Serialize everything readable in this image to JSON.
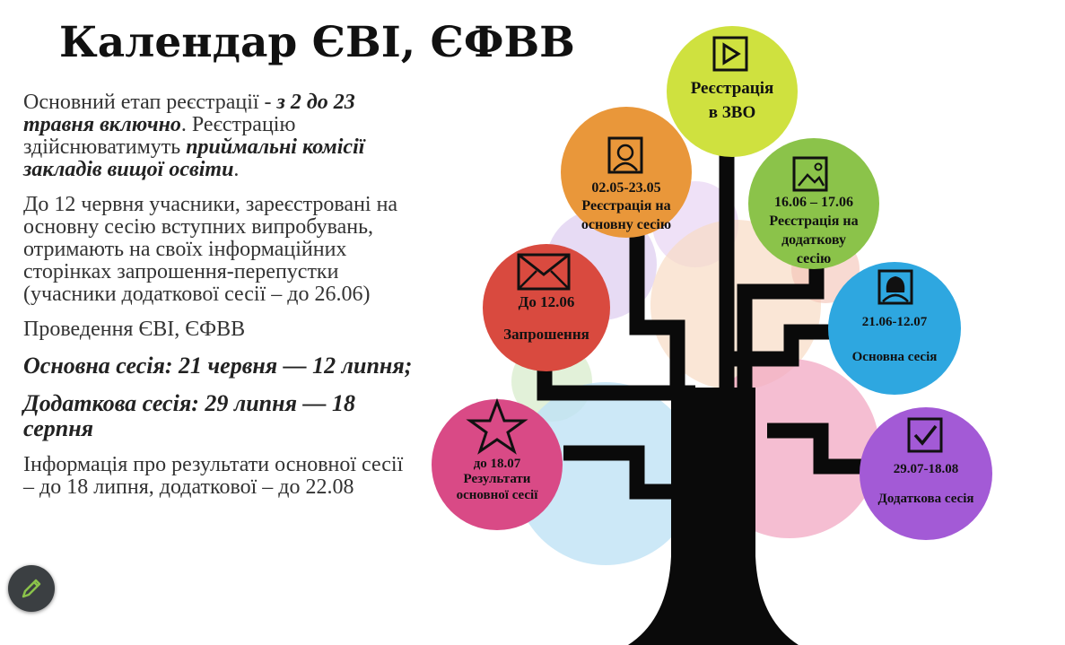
{
  "title": "Календар ЄВІ, ЄФВВ",
  "left_text": {
    "p1_a": "Основний етап реєстрації  - ",
    "p1_b": "з 2 до 23 травня включно",
    "p1_c": ". Реєстрацію здійснюватимуть ",
    "p1_d": "приймальні комісії закладів вищої освіти",
    "p1_e": ".",
    "p2": "До 12 червня учасники, зареєстровані на основну сесію вступних випробувань, отримають на своїх інформаційних сторінках запрошення-перепустки (учасники додаткової сесії – до 26.06)",
    "p3": "Проведення ЄВІ, ЄФВВ",
    "p4": "Основна сесія: 21 червня —  12 липня;",
    "p5": "Додаткова сесія: 29 липня —  18 серпня",
    "p6": "Інформація про результати основної сесії – до 18 липня, додаткової – до 22.08"
  },
  "nodes": {
    "zvo": {
      "icon": "play-icon",
      "line1": "Реєстрація",
      "line2": "в ЗВО",
      "color": "#cfe13f"
    },
    "main_reg": {
      "icon": "man-portrait-icon",
      "date": "02.05-23.05",
      "line1": "Реєстрація на",
      "line2": "основну сесію",
      "color": "#e9973a"
    },
    "extra_reg": {
      "icon": "picture-icon",
      "date": "16.06 – 17.06",
      "line1": "Реєстрація на",
      "line2": "додаткову",
      "line3": "сесію",
      "color": "#8bc34a"
    },
    "invite": {
      "icon": "envelope-icon",
      "date": "До 12.06",
      "line1": "Запрошення",
      "color": "#d94a3f"
    },
    "main_session": {
      "icon": "woman-portrait-icon",
      "date": "21.06-12.07",
      "line1": "Основна сесія",
      "color": "#2ea7e0"
    },
    "results": {
      "icon": "star-icon",
      "date": "до 18.07",
      "line1": "Результати",
      "line2": "основної сесії",
      "color": "#d94a86"
    },
    "extra_session": {
      "icon": "checkbox-icon",
      "date": "29.07-18.08",
      "line1": "Додаткова сесія",
      "color": "#a35ad6"
    }
  },
  "fab": {
    "icon": "pencil-icon",
    "color": "#8bc34a"
  }
}
